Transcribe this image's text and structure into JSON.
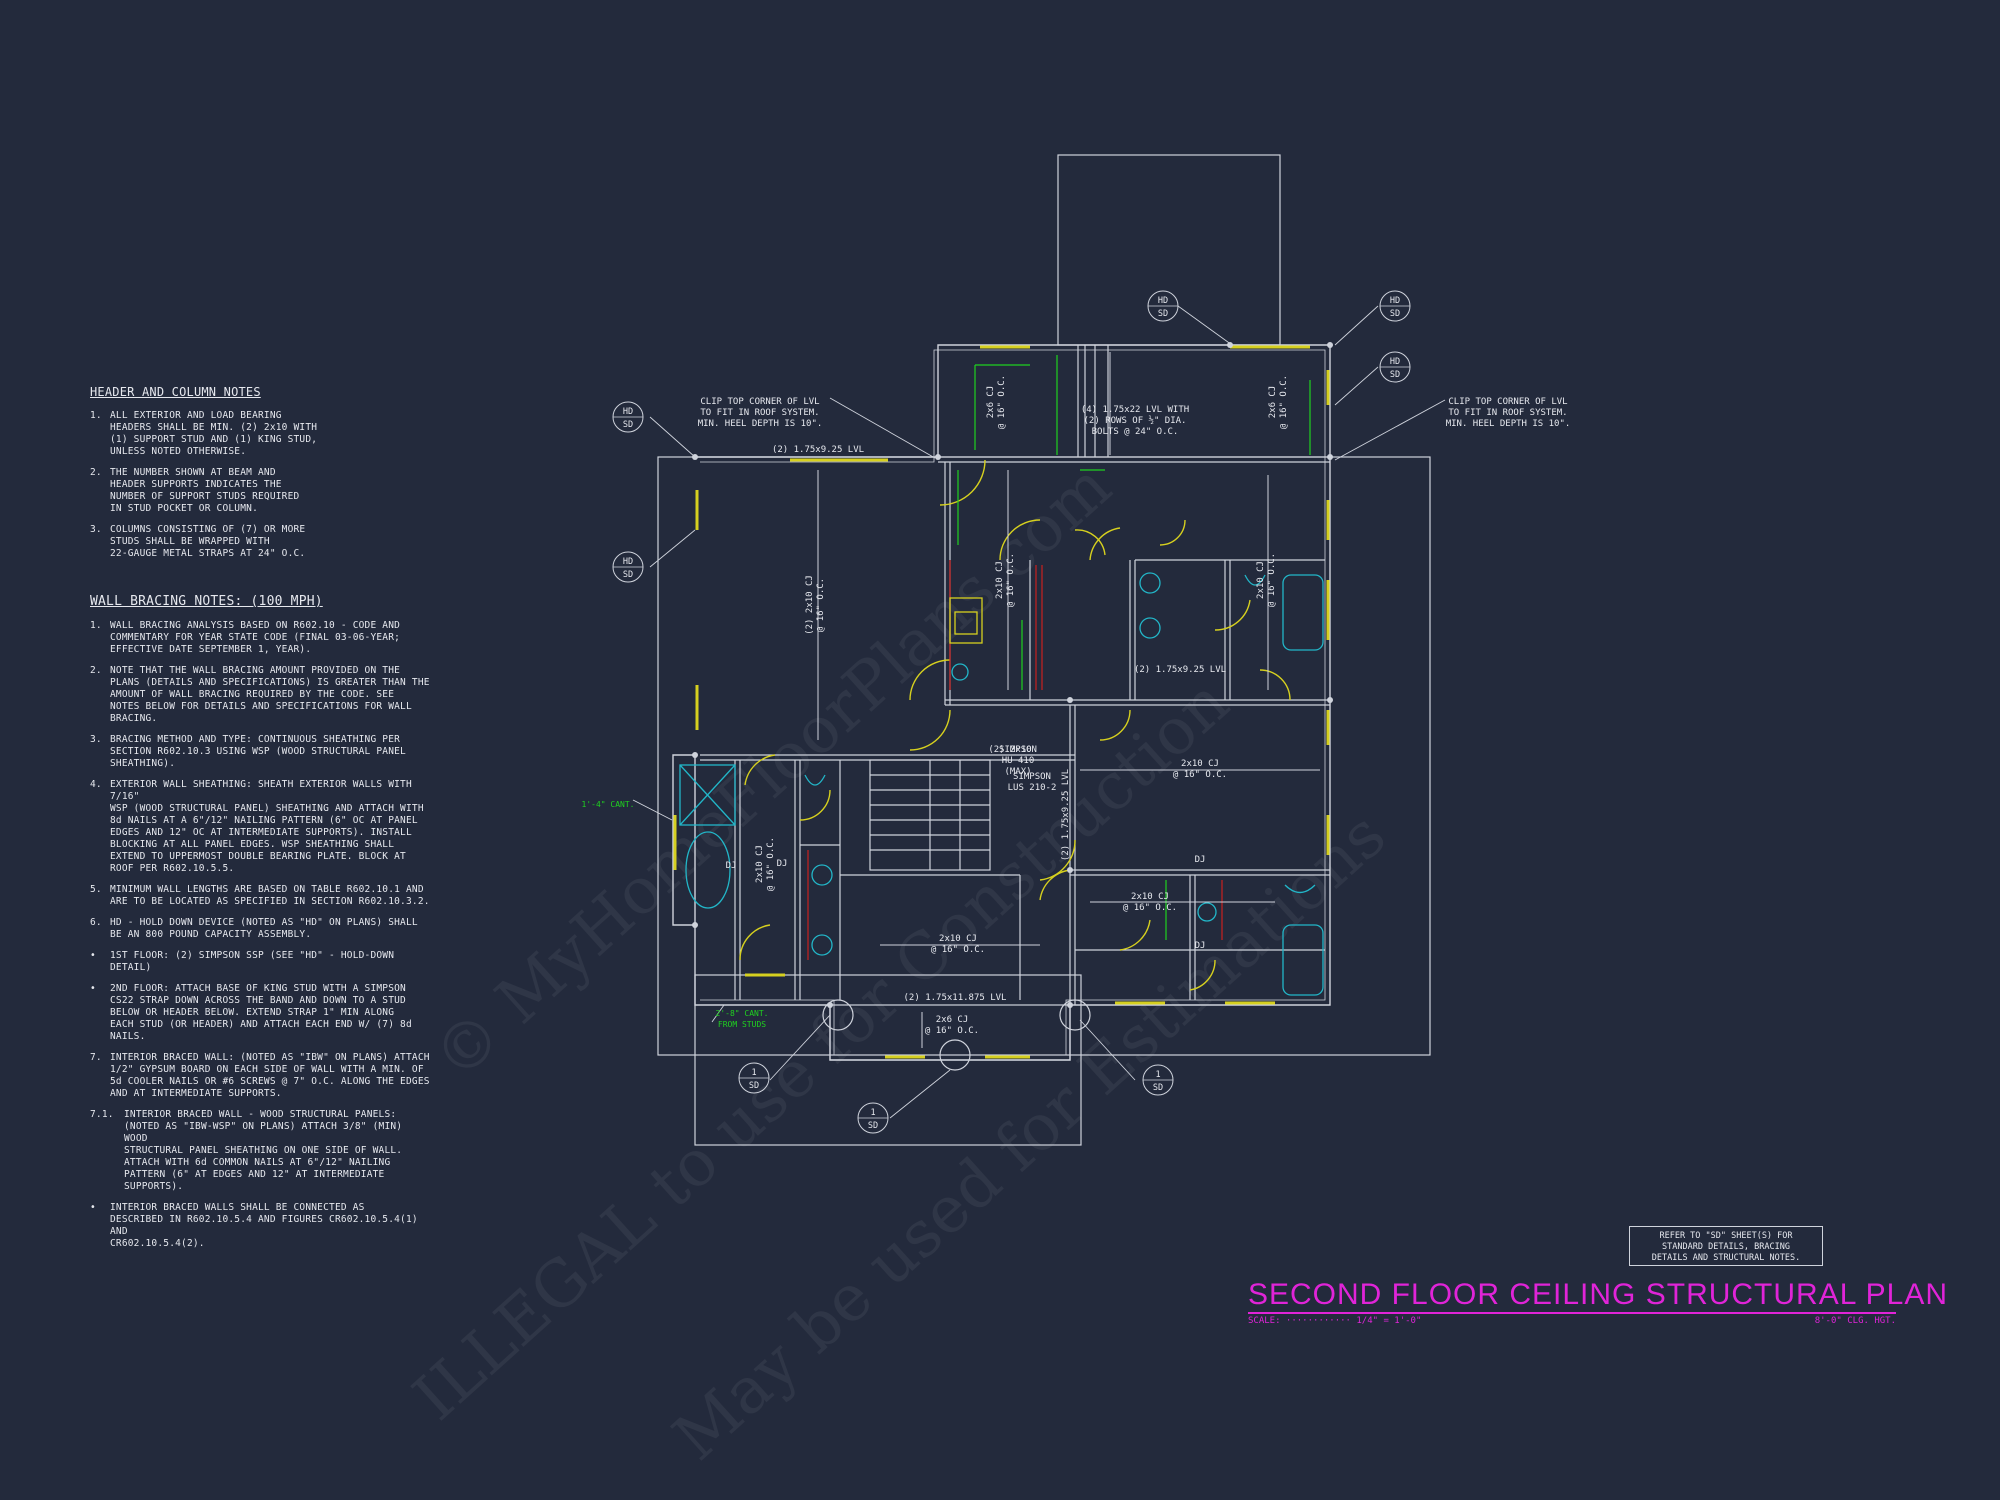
{
  "header_notes": {
    "title": "HEADER AND COLUMN NOTES",
    "items": [
      {
        "num": "1.",
        "text": "ALL EXTERIOR AND LOAD BEARING\nHEADERS SHALL BE MIN. (2) 2x10 WITH\n(1) SUPPORT STUD AND (1) KING STUD,\nUNLESS NOTED OTHERWISE."
      },
      {
        "num": "2.",
        "text": "THE NUMBER SHOWN AT BEAM AND\nHEADER SUPPORTS INDICATES THE\nNUMBER OF SUPPORT STUDS REQUIRED\nIN STUD POCKET OR COLUMN."
      },
      {
        "num": "3.",
        "text": "COLUMNS CONSISTING OF (7) OR MORE\nSTUDS SHALL BE WRAPPED WITH\n22-GAUGE METAL STRAPS AT 24\" O.C."
      }
    ]
  },
  "bracing_notes": {
    "title": "WALL BRACING NOTES: (100 MPH)",
    "items": [
      {
        "num": "1.",
        "text": "WALL BRACING ANALYSIS BASED ON R602.10 - CODE AND\nCOMMENTARY FOR YEAR STATE CODE (FINAL 03-06-YEAR;\nEFFECTIVE DATE SEPTEMBER 1, YEAR)."
      },
      {
        "num": "2.",
        "text": "NOTE THAT THE WALL BRACING AMOUNT PROVIDED ON THE\nPLANS (DETAILS AND SPECIFICATIONS) IS GREATER THAN THE\nAMOUNT OF WALL BRACING REQUIRED BY THE CODE. SEE\nNOTES BELOW FOR DETAILS AND SPECIFICATIONS FOR WALL\nBRACING."
      },
      {
        "num": "3.",
        "text": "BRACING METHOD AND TYPE: CONTINUOUS SHEATHING PER\nSECTION R602.10.3 USING WSP (WOOD STRUCTURAL PANEL\nSHEATHING)."
      },
      {
        "num": "4.",
        "text": "EXTERIOR WALL SHEATHING: SHEATH EXTERIOR WALLS WITH 7/16\"\nWSP (WOOD STRUCTURAL PANEL) SHEATHING AND ATTACH WITH\n8d NAILS AT A 6\"/12\" NAILING PATTERN (6\" OC AT PANEL\nEDGES AND 12\" OC AT INTERMEDIATE SUPPORTS). INSTALL\nBLOCKING AT ALL PANEL EDGES. WSP SHEATHING SHALL\nEXTEND TO UPPERMOST DOUBLE BEARING PLATE. BLOCK AT\nROOF PER R602.10.5.5."
      },
      {
        "num": "5.",
        "text": "MINIMUM WALL LENGTHS ARE BASED ON TABLE R602.10.1 AND\nARE TO BE LOCATED AS SPECIFIED IN SECTION R602.10.3.2."
      },
      {
        "num": "6.",
        "text": "HD - HOLD DOWN DEVICE (NOTED AS \"HD\" ON PLANS) SHALL\nBE AN 800 POUND CAPACITY ASSEMBLY."
      },
      {
        "num": "•",
        "text": "1ST FLOOR: (2) SIMPSON SSP (SEE \"HD\" - HOLD-DOWN DETAIL)"
      },
      {
        "num": "•",
        "text": "2ND FLOOR: ATTACH BASE OF KING STUD WITH A SIMPSON\nCS22 STRAP DOWN ACROSS THE BAND AND DOWN TO A STUD\nBELOW OR HEADER BELOW. EXTEND STRAP 1\" MIN ALONG\nEACH STUD (OR HEADER) AND ATTACH EACH END W/ (7) 8d\nNAILS."
      },
      {
        "num": "7.",
        "text": "INTERIOR BRACED WALL: (NOTED AS \"IBW\" ON PLANS) ATTACH\n1/2\" GYPSUM BOARD ON EACH SIDE OF WALL WITH A MIN. OF\n5d COOLER NAILS OR #6 SCREWS @ 7\" O.C. ALONG THE EDGES\nAND AT INTERMEDIATE SUPPORTS."
      },
      {
        "num": "7.1.",
        "text": "INTERIOR BRACED WALL - WOOD STRUCTURAL PANELS:\n(NOTED AS \"IBW-WSP\" ON PLANS) ATTACH 3/8\" (MIN) WOOD\nSTRUCTURAL PANEL SHEATHING ON ONE SIDE OF WALL.\nATTACH WITH 6d COMMON NAILS AT 6\"/12\" NAILING\nPATTERN (6\" AT EDGES AND 12\" AT INTERMEDIATE\nSUPPORTS)."
      },
      {
        "num": "•",
        "text": "INTERIOR BRACED WALLS SHALL BE CONNECTED AS\nDESCRIBED IN R602.10.5.4 AND FIGURES CR602.10.5.4(1) AND\nCR602.10.5.4(2)."
      }
    ]
  },
  "plan_labels": {
    "clip_left": "CLIP TOP CORNER OF LVL\nTO FIT IN ROOF SYSTEM.\nMIN. HEEL DEPTH IS 10\".",
    "clip_right": "CLIP TOP CORNER OF LVL\nTO FIT IN ROOF SYSTEM.\nMIN. HEEL DEPTH IS 10\".",
    "lvl_top_left": "(2) 1.75x9.25 LVL",
    "lvl_top_mid": "(4) 1.75x22 LVL WITH\n(2) ROWS OF ½\" DIA.\nBOLTS @ 24\" O.C.",
    "lvl_center": "(2) 1.75x9.25 LVL",
    "lvl_bottom": "(2) 1.75x11.875 LVL",
    "lvl_vertical": "(2) 1.75x9.25 LVL",
    "cj_2x10_left": "(2) 2x10 CJ\n@ 16\" O.C.",
    "cj_2x6_a": "2x6 CJ\n@ 16\" O.C.",
    "cj_2x6_b": "2x6 CJ\n@ 16\" O.C.",
    "cj_2x10_c": "2x10 CJ\n@ 16\" O.C.",
    "cj_2x10_d": "2x10 CJ\n@ 16\" O.C.",
    "cj_2x10_e": "2x10 CJ\n@ 16\" O.C.",
    "cj_2x10_f": "2x10 CJ\n@ 16\" O.C.",
    "cj_2x10_g": "2x10 CJ\n@ 16\" O.C.",
    "cj_2x10_h": "2x10 CJ\n@ 16\" O.C.",
    "cj_2x6_bottom": "2x6 CJ\n@ 16\" O.C.",
    "two_2x10": "(2) 2x10",
    "simpson_hu": "SIMPSON\nHU 410\n(MAX)",
    "simpson_lus": "SIMPSON\nLUS 210-2",
    "cant_1_4": "1'-4\" CANT.",
    "cant_2_8": "2'-8\" CANT.\nFROM STUDS",
    "dj": "DJ",
    "hd": "HD",
    "sd": "SD",
    "one": "1"
  },
  "refbox": "REFER TO \"SD\" SHEET(S) FOR\nSTANDARD DETAILS, BRACING\nDETAILS AND STRUCTURAL NOTES.",
  "title_block": {
    "title": "SECOND FLOOR CEILING STRUCTURAL PLAN",
    "scale": "SCALE: ············ 1/4\" = 1'-0\"",
    "height": "8'-0\" CLG. HGT."
  },
  "watermarks": {
    "w1": "© MyHomeFloorPlans.com",
    "w2": "ILLEGAL to use for Construction",
    "w3": "May be used for Estimations"
  },
  "colors": {
    "background": "#232a3c",
    "line": "#cfd3dc",
    "header_yellow": "#d6d01f",
    "title_magenta": "#e024d8",
    "cyan": "#22b6c8",
    "green": "#1fd11f",
    "red": "#c8201e"
  }
}
